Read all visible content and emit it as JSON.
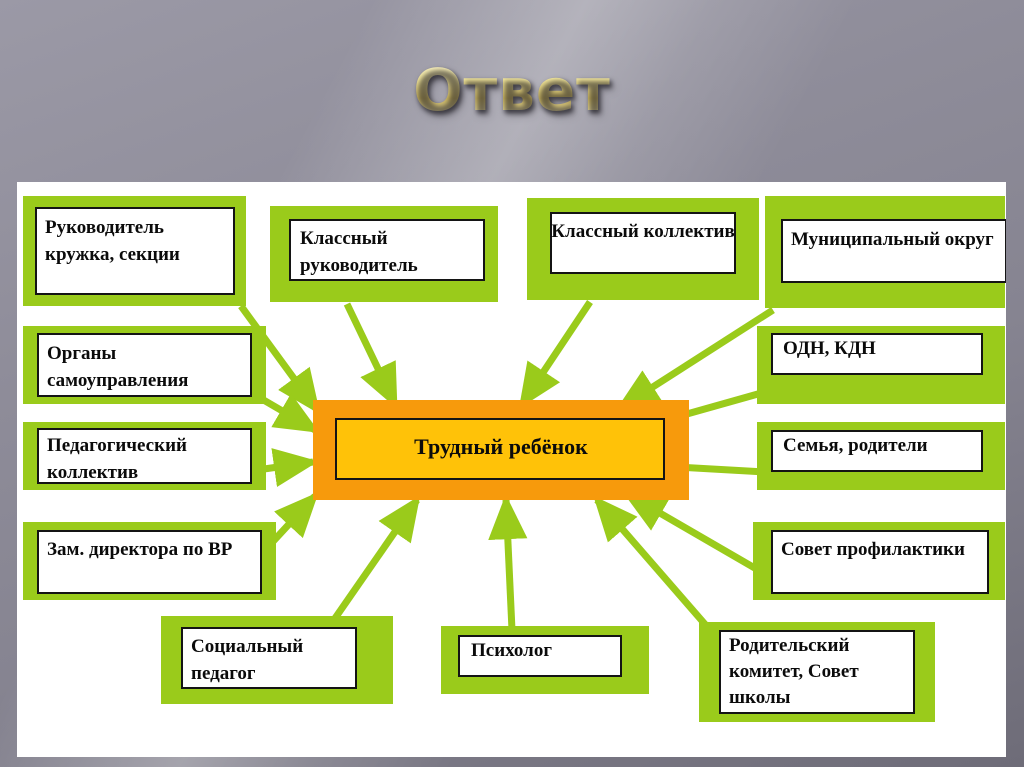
{
  "slide": {
    "title": "Ответ",
    "background_color": "#8e8c99",
    "panel_color": "#ffffff",
    "accent_green": "#9ACB1B",
    "accent_orange": "#F79A0C",
    "accent_gold": "#FFC208",
    "title_color": "#e6d89a"
  },
  "diagram": {
    "type": "radial-mindmap",
    "center": {
      "label": "Трудный ребёнок"
    },
    "nodes": [
      {
        "id": "ruk-kruzhka",
        "label": "Руководитель кружка, секции"
      },
      {
        "id": "klassny-ruk",
        "label": "Классный руководитель"
      },
      {
        "id": "klassny-kollektiv",
        "label": "Классный коллектив"
      },
      {
        "id": "munic-okrug",
        "label": "Муниципальный округ"
      },
      {
        "id": "organy-samoupr",
        "label": "Органы самоуправления"
      },
      {
        "id": "odn-kdn",
        "label": "ОДН, КДН"
      },
      {
        "id": "ped-kollektiv",
        "label": "Педагогический коллектив"
      },
      {
        "id": "semya-roditeli",
        "label": "Семья, родители"
      },
      {
        "id": "zam-direktora",
        "label": "Зам. директора по ВР"
      },
      {
        "id": "sovet-profilakt",
        "label": "Совет профилактики"
      },
      {
        "id": "soc-pedagog",
        "label": "Социальный педагог"
      },
      {
        "id": "psiholog",
        "label": "Психолог"
      },
      {
        "id": "rod-komitet",
        "label": "Родительский комитет, Совет школы"
      }
    ]
  }
}
